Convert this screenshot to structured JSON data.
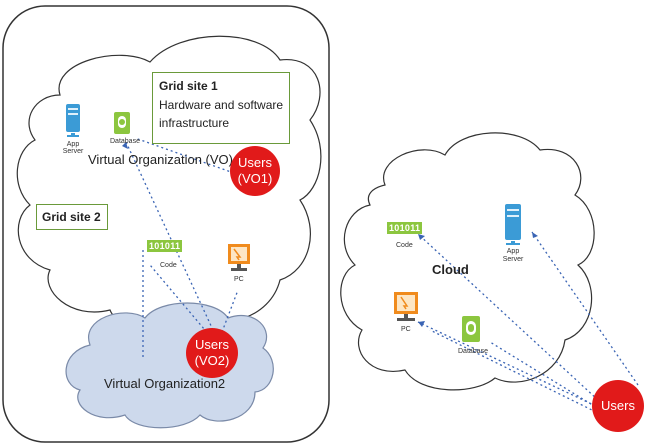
{
  "grid_site_1": {
    "title": "Grid site 1",
    "line1": "Hardware and software",
    "line2": "infrastructure"
  },
  "grid_site_2": {
    "title": "Grid site 2"
  },
  "vo1": {
    "label": "Virtual Organization (VO) 1"
  },
  "vo2": {
    "label": "Virtual Organization2"
  },
  "cloud": {
    "label": "Cloud"
  },
  "users_vo1": {
    "line1": "Users",
    "line2": "(VO1)"
  },
  "users_vo2": {
    "line1": "Users",
    "line2": "(VO2)"
  },
  "users_cloud": {
    "label": "Users"
  },
  "icons": {
    "app_server": "App Server",
    "database": "Database",
    "code": "Code",
    "code_value": "101011",
    "pc": "PC"
  },
  "colors": {
    "users_fill": "#e11a1a",
    "cloud_vo2_fill": "#cdd9ec",
    "grid_box_border": "#6a9a3a",
    "dotted_link": "#3a64b4"
  }
}
